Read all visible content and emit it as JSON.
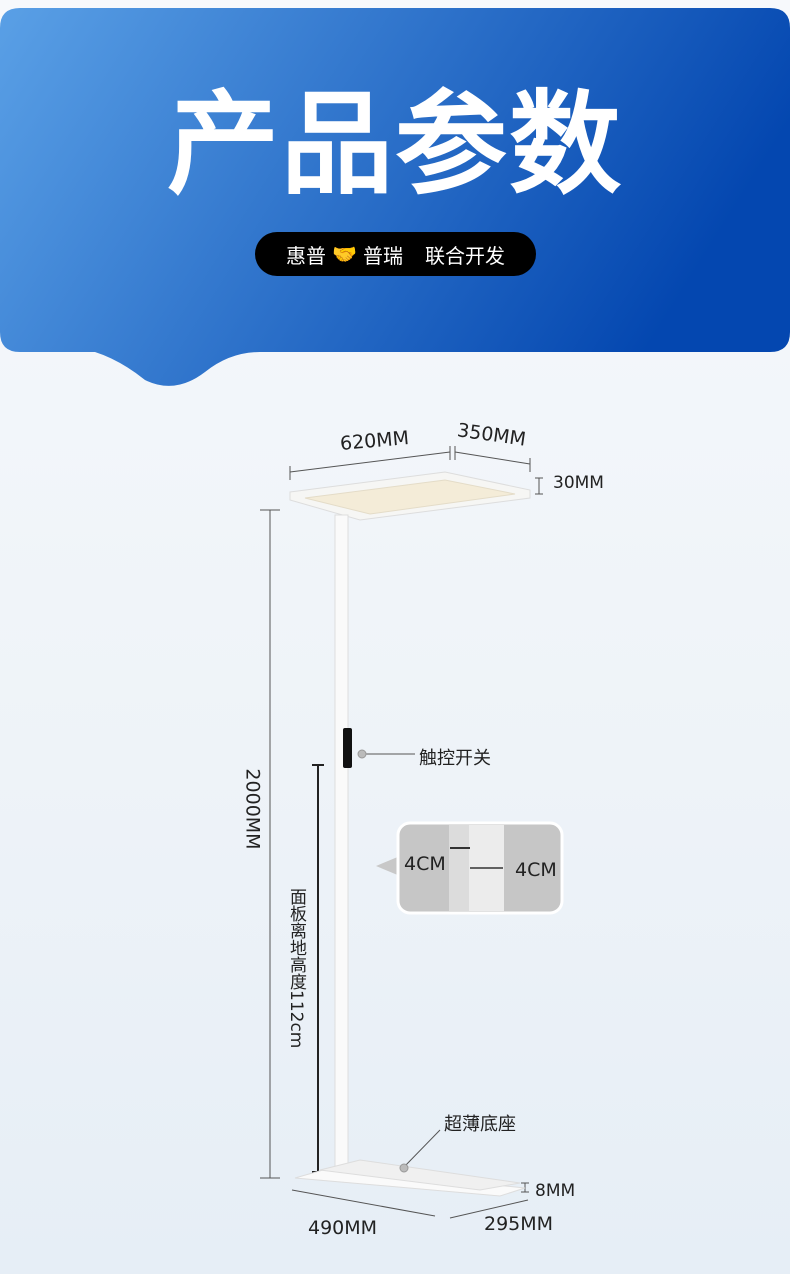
{
  "header": {
    "title": "产品参数",
    "badge": {
      "brand_a": "惠普",
      "brand_b": "普瑞",
      "tagline": "联合开发",
      "icon": "handshake-icon"
    }
  },
  "dimensions": {
    "panel_length": "620MM",
    "panel_width": "350MM",
    "panel_thickness": "30MM",
    "total_height": "2000MM",
    "panel_height_from_floor": "面板离地高度112cm",
    "touch_switch": "触控开关",
    "pole_width_a": "4CM",
    "pole_width_b": "4CM",
    "base_label": "超薄底座",
    "base_thickness": "8MM",
    "base_length": "490MM",
    "base_width": "295MM"
  },
  "colors": {
    "banner_start": "#5aa0e6",
    "banner_end": "#0447b0"
  }
}
